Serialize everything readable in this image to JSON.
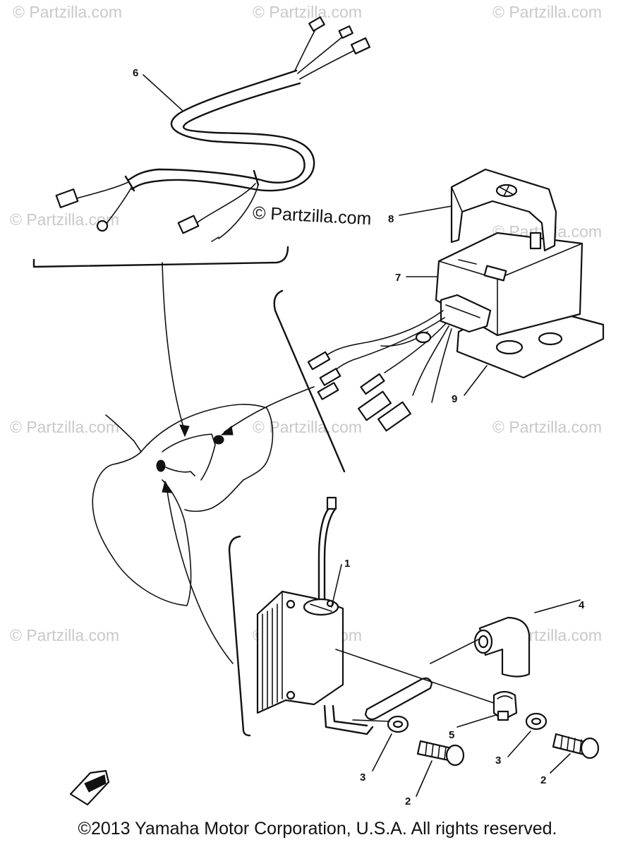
{
  "watermark": {
    "text": "© Partzilla.com",
    "center_text": "© Partzilla.com"
  },
  "callouts": {
    "c1": "1",
    "c2a": "2",
    "c2b": "2",
    "c3a": "3",
    "c3b": "3",
    "c4": "4",
    "c5": "5",
    "c6": "6",
    "c7": "7",
    "c8": "8",
    "c9": "9"
  },
  "copyright": "©2013  Yamaha Motor Corporation, U.S.A. All rights reserved."
}
